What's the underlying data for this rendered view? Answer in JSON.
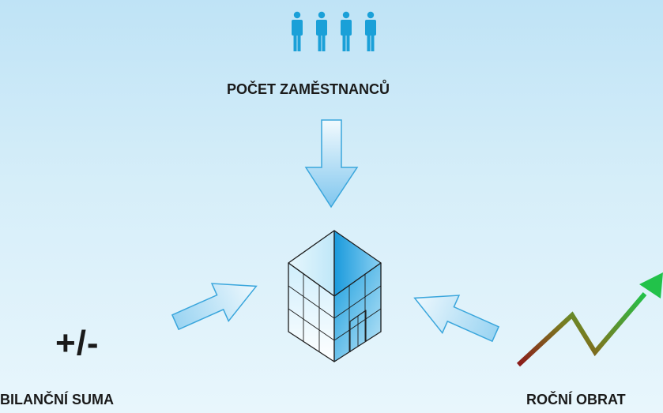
{
  "labels": {
    "employees": "POČET ZAMĚSTNANCŮ",
    "balance_sheet": "BILANČNÍ SUMA",
    "annual_turnover": "ROČNÍ OBRAT",
    "plus_minus": "+/-"
  },
  "icons": {
    "people": "people-icon",
    "building": "building-icon",
    "growth": "growth-arrow-icon"
  },
  "colors": {
    "people": "#1aa0d8",
    "arrow_fill_top": "#eaf6fc",
    "arrow_fill_bottom": "#8fcff0",
    "arrow_stroke": "#3aa6dc",
    "growth_start": "#8b1a1a",
    "growth_end": "#22c24a"
  }
}
